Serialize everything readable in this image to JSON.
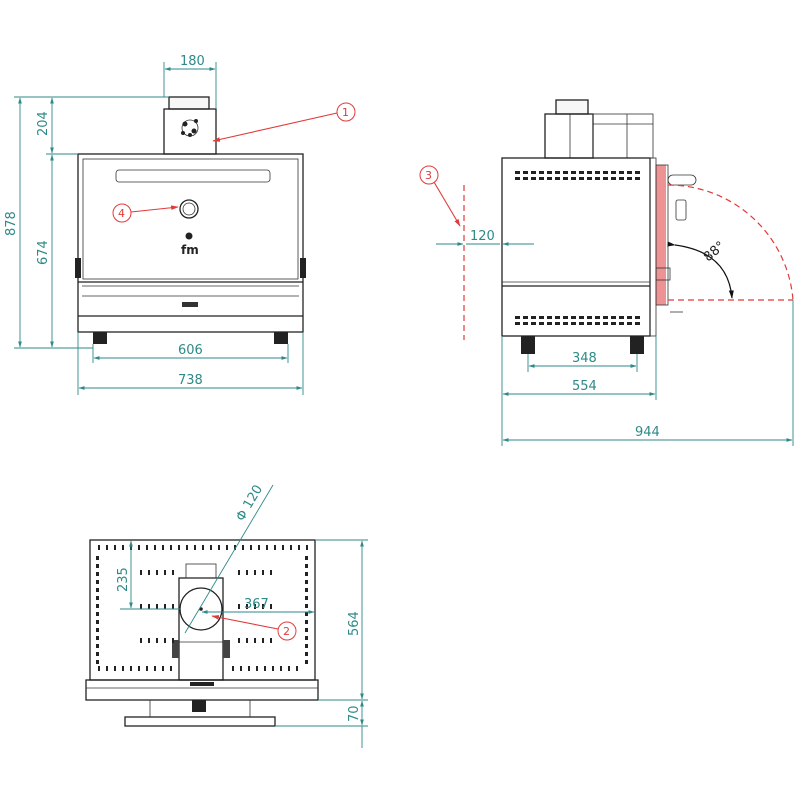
{
  "dimensions": {
    "front_chimney_width": "180",
    "front_chimney_height": "204",
    "front_total_height": "878",
    "front_body_height": "674",
    "front_feet_spacing": "606",
    "front_width": "738",
    "side_offset": "120",
    "side_feet_spacing": "348",
    "side_depth": "554",
    "side_total_depth": "944",
    "door_angle": "88°",
    "top_chimney_diameter": "Φ 120",
    "top_chimney_offset_y": "235",
    "top_chimney_offset_x": "367",
    "top_depth": "564",
    "top_base_height": "70"
  },
  "callouts": [
    "1",
    "2",
    "3",
    "4"
  ],
  "logo_text": "fm",
  "colors": {
    "dimension": "#2e8a88",
    "callout": "#e03a3a",
    "outline": "#222222"
  }
}
